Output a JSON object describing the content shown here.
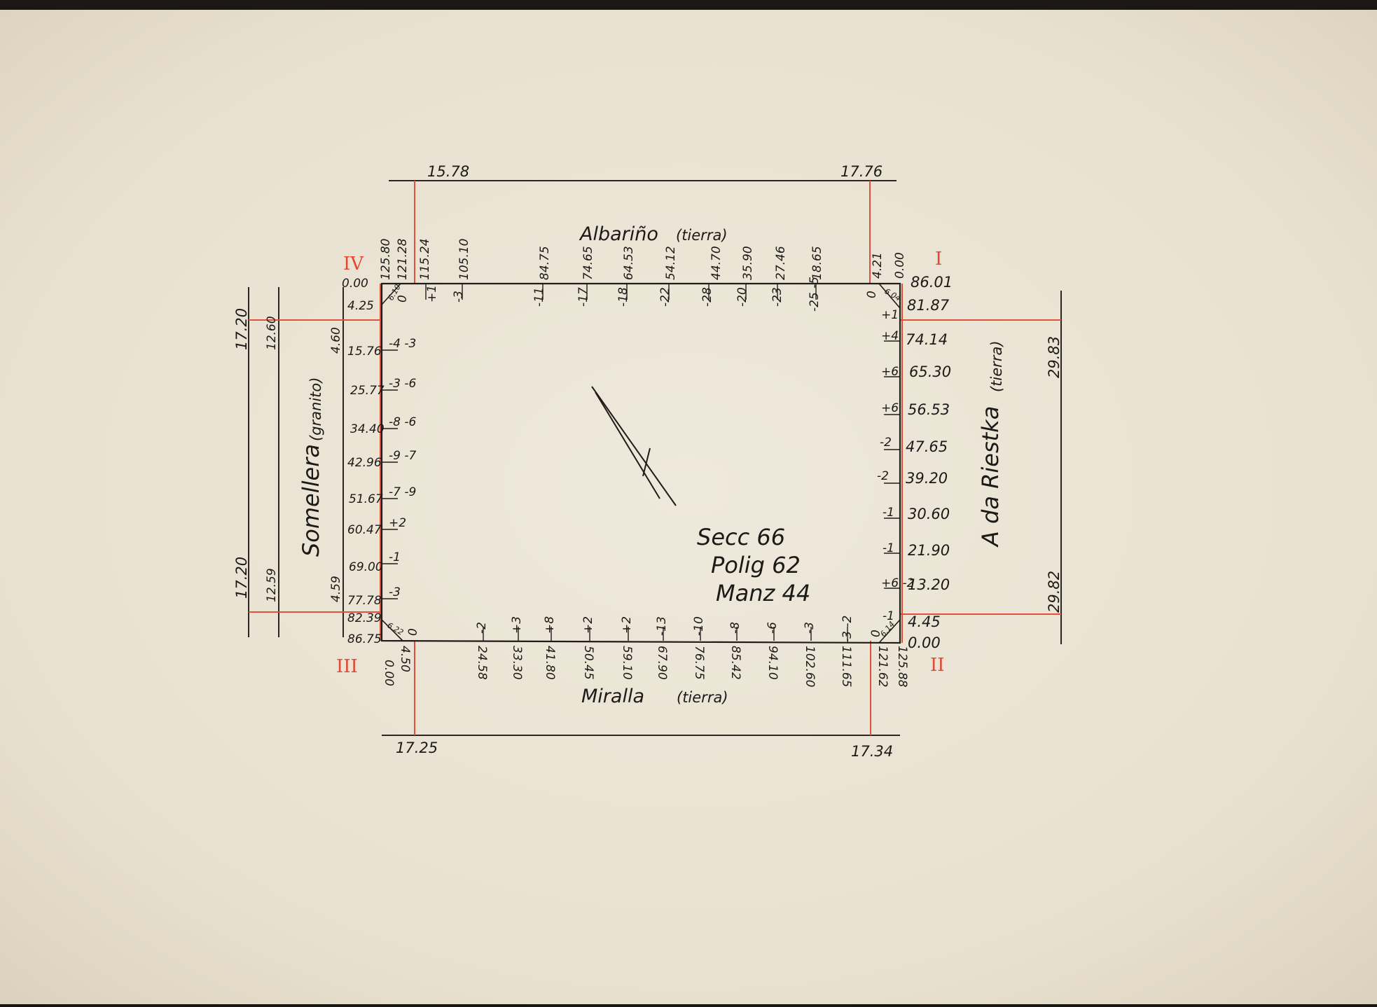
{
  "plan": {
    "north_label": "Albariño",
    "north_type": "(tierra)",
    "south_label": "Miralla",
    "south_type": "(tierra)",
    "west_label": "Somellera",
    "west_type": "(granito)",
    "east_label": "A da Riestka",
    "east_type": "(tierra)",
    "secc": "Secc 66",
    "polig": "Polig 62",
    "manz": "Manz 44"
  },
  "corners": {
    "I": "I",
    "II": "II",
    "III": "III",
    "IV": "IV"
  },
  "outer": {
    "top_left": "15.78",
    "top_right": "17.76",
    "bottom_left": "17.25",
    "bottom_right": "17.34",
    "left_top": "17.20",
    "left_bottom": "17.20",
    "left_top_inner": "12.60",
    "left_bottom_inner": "12.59",
    "left_top_mid": "4.60",
    "left_bottom_mid": "4.59",
    "right_top": "29.83",
    "right_bottom": "29.82"
  },
  "north_chain": [
    "125.80",
    "121.28",
    "115.24",
    "105.10",
    "84.75",
    "74.65",
    "64.53",
    "54.12",
    "44.70",
    "35.90",
    "27.46",
    "18.65",
    "4.21",
    "0.00"
  ],
  "north_offsets": [
    "0",
    "+1",
    "-3",
    "-11",
    "-17",
    "-18",
    "-22",
    "-28",
    "-20",
    "-23",
    "-25 -5",
    "0"
  ],
  "south_chain": [
    "0.00",
    "4.50",
    "24.58",
    "33.30",
    "41.80",
    "50.45",
    "59.10",
    "67.90",
    "76.75",
    "85.42",
    "94.10",
    "102.60",
    "111.65",
    "121.62",
    "125.88"
  ],
  "south_offsets": [
    "0",
    "-2",
    "+3",
    "+8",
    "+2",
    "+2",
    "-13",
    "-10",
    "-8",
    "-6",
    "-3",
    "-3 -2",
    "0"
  ],
  "west_chain": [
    "0.00",
    "4.25",
    "15.76",
    "25.77",
    "34.40",
    "42.96",
    "51.67",
    "60.47",
    "69.00",
    "77.78",
    "82.39",
    "86.75"
  ],
  "west_offsets": [
    "-4 -3",
    "-3 -6",
    "-8 -6",
    "-9 -7",
    "-7 -9",
    "+2",
    "-1",
    "-3"
  ],
  "east_chain": [
    "86.01",
    "81.87",
    "74.14",
    "65.30",
    "56.53",
    "47.65",
    "39.20",
    "30.60",
    "21.90",
    "13.20",
    "4.45",
    "0.00"
  ],
  "east_offsets": [
    "+1",
    "+4",
    "+6",
    "+6",
    "-2",
    "-2",
    "-1",
    "-1",
    "+6 -2",
    "-1"
  ],
  "corner_small": {
    "nw": "6.10",
    "ne": "6.04",
    "sw": "6.22",
    "se": "6.14"
  }
}
